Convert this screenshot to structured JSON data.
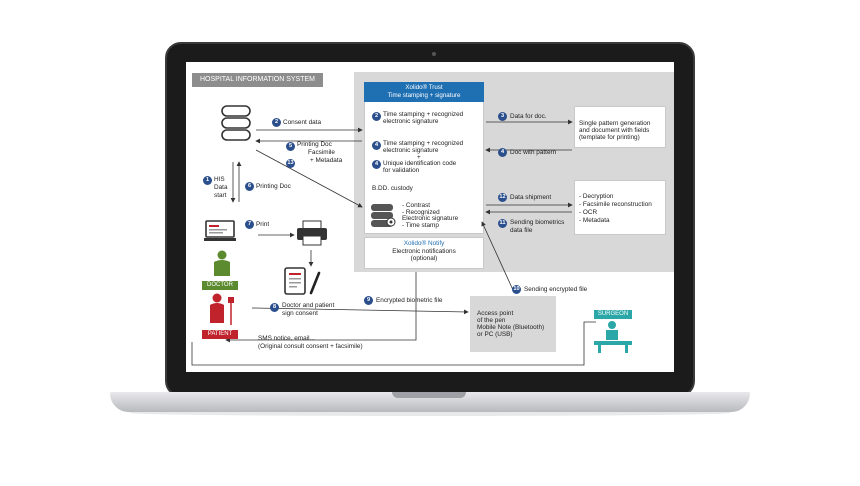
{
  "his_title": "HOSPITAL INFORMATION SYSTEM",
  "trust": {
    "name": "Xolido® Trust",
    "subtitle": "Time stamping + signature"
  },
  "notify": {
    "name": "Xolido® Notify",
    "line1": "Electronic notifications",
    "line2": "(optional)"
  },
  "steps": {
    "s1": {
      "n": "1",
      "l1": "HIS",
      "l2": "Data",
      "l3": "start"
    },
    "s2": {
      "n": "2",
      "label": "Consent data"
    },
    "s3": {
      "n": "3",
      "label": "Data for doc."
    },
    "s4": {
      "n": "4",
      "label": "Doc with pattern"
    },
    "s5": {
      "n": "5",
      "l1": "Printing Doc",
      "l2": "Facsimile",
      "l3": "+ Metadata"
    },
    "s6": {
      "n": "6",
      "label": "Printing Doc"
    },
    "s7": {
      "n": "7",
      "label": "Print"
    },
    "s8": {
      "n": "8",
      "l1": "Doctor and patient",
      "l2": "sign consent"
    },
    "s9": {
      "n": "9",
      "label": "Encrypted biometric file"
    },
    "s10": {
      "n": "10",
      "label": "Sending encrypted file"
    },
    "s11": {
      "n": "11",
      "l1": "Sending biometrics",
      "l2": "data file"
    },
    "s12": {
      "n": "12",
      "label": "Data shipment"
    },
    "s13": {
      "n": "13"
    }
  },
  "trust_items": {
    "a": {
      "n": "2",
      "l1": "Time stamping + recognized",
      "l2": "electronic signature"
    },
    "b": {
      "n": "4",
      "l1": "Time stamping + recognized",
      "l2": "electronic signature",
      "plus": "+"
    },
    "c": {
      "n": "4",
      "l1": "Unique identification code",
      "l2": "for validation"
    },
    "bdd": "B.DD. custody",
    "bdd_list": [
      "- Contrast",
      "- Recognized",
      "  Electronic signature",
      "- Time stamp"
    ]
  },
  "pattern_box": {
    "l1": "Single pattern generation",
    "l2": "and document with fields",
    "l3": "(template for printing)"
  },
  "decrypt_box": {
    "l1": "- Decryption",
    "l2": "- Facsimile reconstruction",
    "l3": "- OCR",
    "l4": "- Metadata"
  },
  "access_box": {
    "l1": "Access point",
    "l2": "of the pen",
    "l3": "Mobile Note (Bluetooth)",
    "l4": "or PC (USB)"
  },
  "sms": {
    "l1": "SMS notice, email...",
    "l2": "(Original consult consent + facsimile)"
  },
  "roles": {
    "doctor": "DOCTOR",
    "patient": "PATIENT",
    "surgeon": "SURGEON"
  },
  "colors": {
    "accent": "#1f6fb3",
    "step": "#2b4f8c",
    "doctor": "#5c8a2e",
    "patient": "#c0232b",
    "surgeon": "#2aa7a6"
  }
}
